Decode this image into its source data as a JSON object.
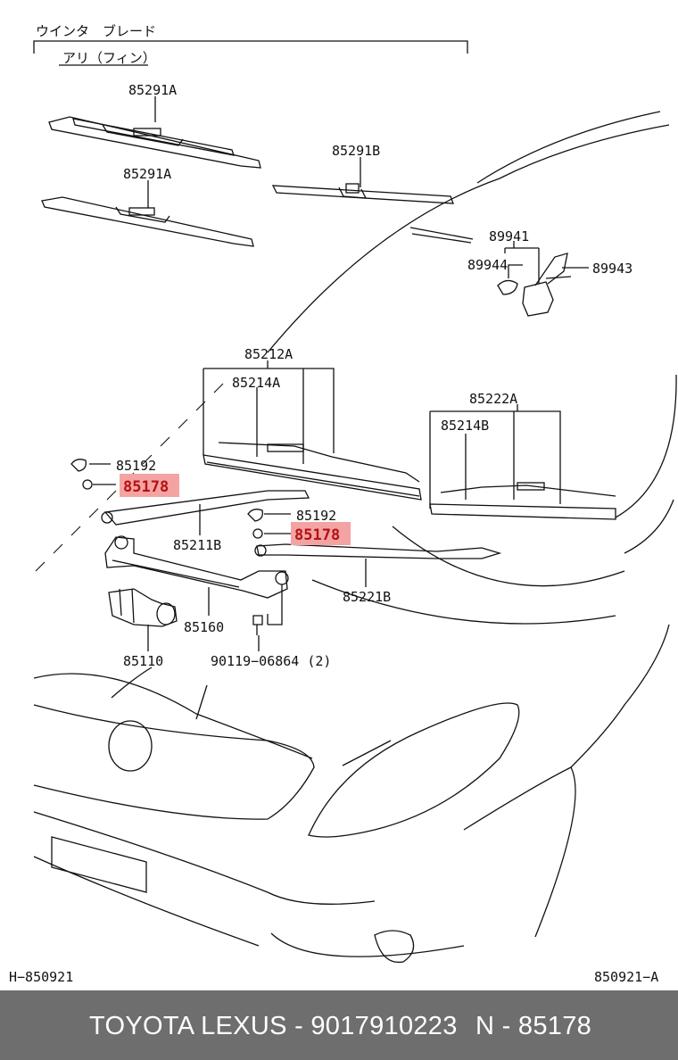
{
  "header": {
    "title": "ウインタ　ブレード",
    "subtitle": "アリ（フィン）"
  },
  "parts": {
    "p85291a_top": "85291A",
    "p85291a_bottom": "85291A",
    "p85291b": "85291B",
    "p89941": "89941",
    "p89944": "89944",
    "p89943": "89943",
    "p85212a": "85212A",
    "p85214a": "85214A",
    "p85222a": "85222A",
    "p85214b": "85214B",
    "p85192_left": "85192",
    "p85178_left": "85178",
    "p85192_right": "85192",
    "p85178_right": "85178",
    "p85211b": "85211B",
    "p85221b": "85221B",
    "p85160": "85160",
    "p85110": "85110",
    "p90119": "90119−06864 (2)"
  },
  "codes": {
    "left": "H−850921",
    "right": "850921−A"
  },
  "footer": {
    "brand_part": "TOYOTA LEXUS - 9017910223",
    "ref": "N - 85178"
  },
  "colors": {
    "highlight": "#f4a3a3",
    "highlight_text": "#b31212",
    "footer_bg": "#6e6e6e"
  }
}
